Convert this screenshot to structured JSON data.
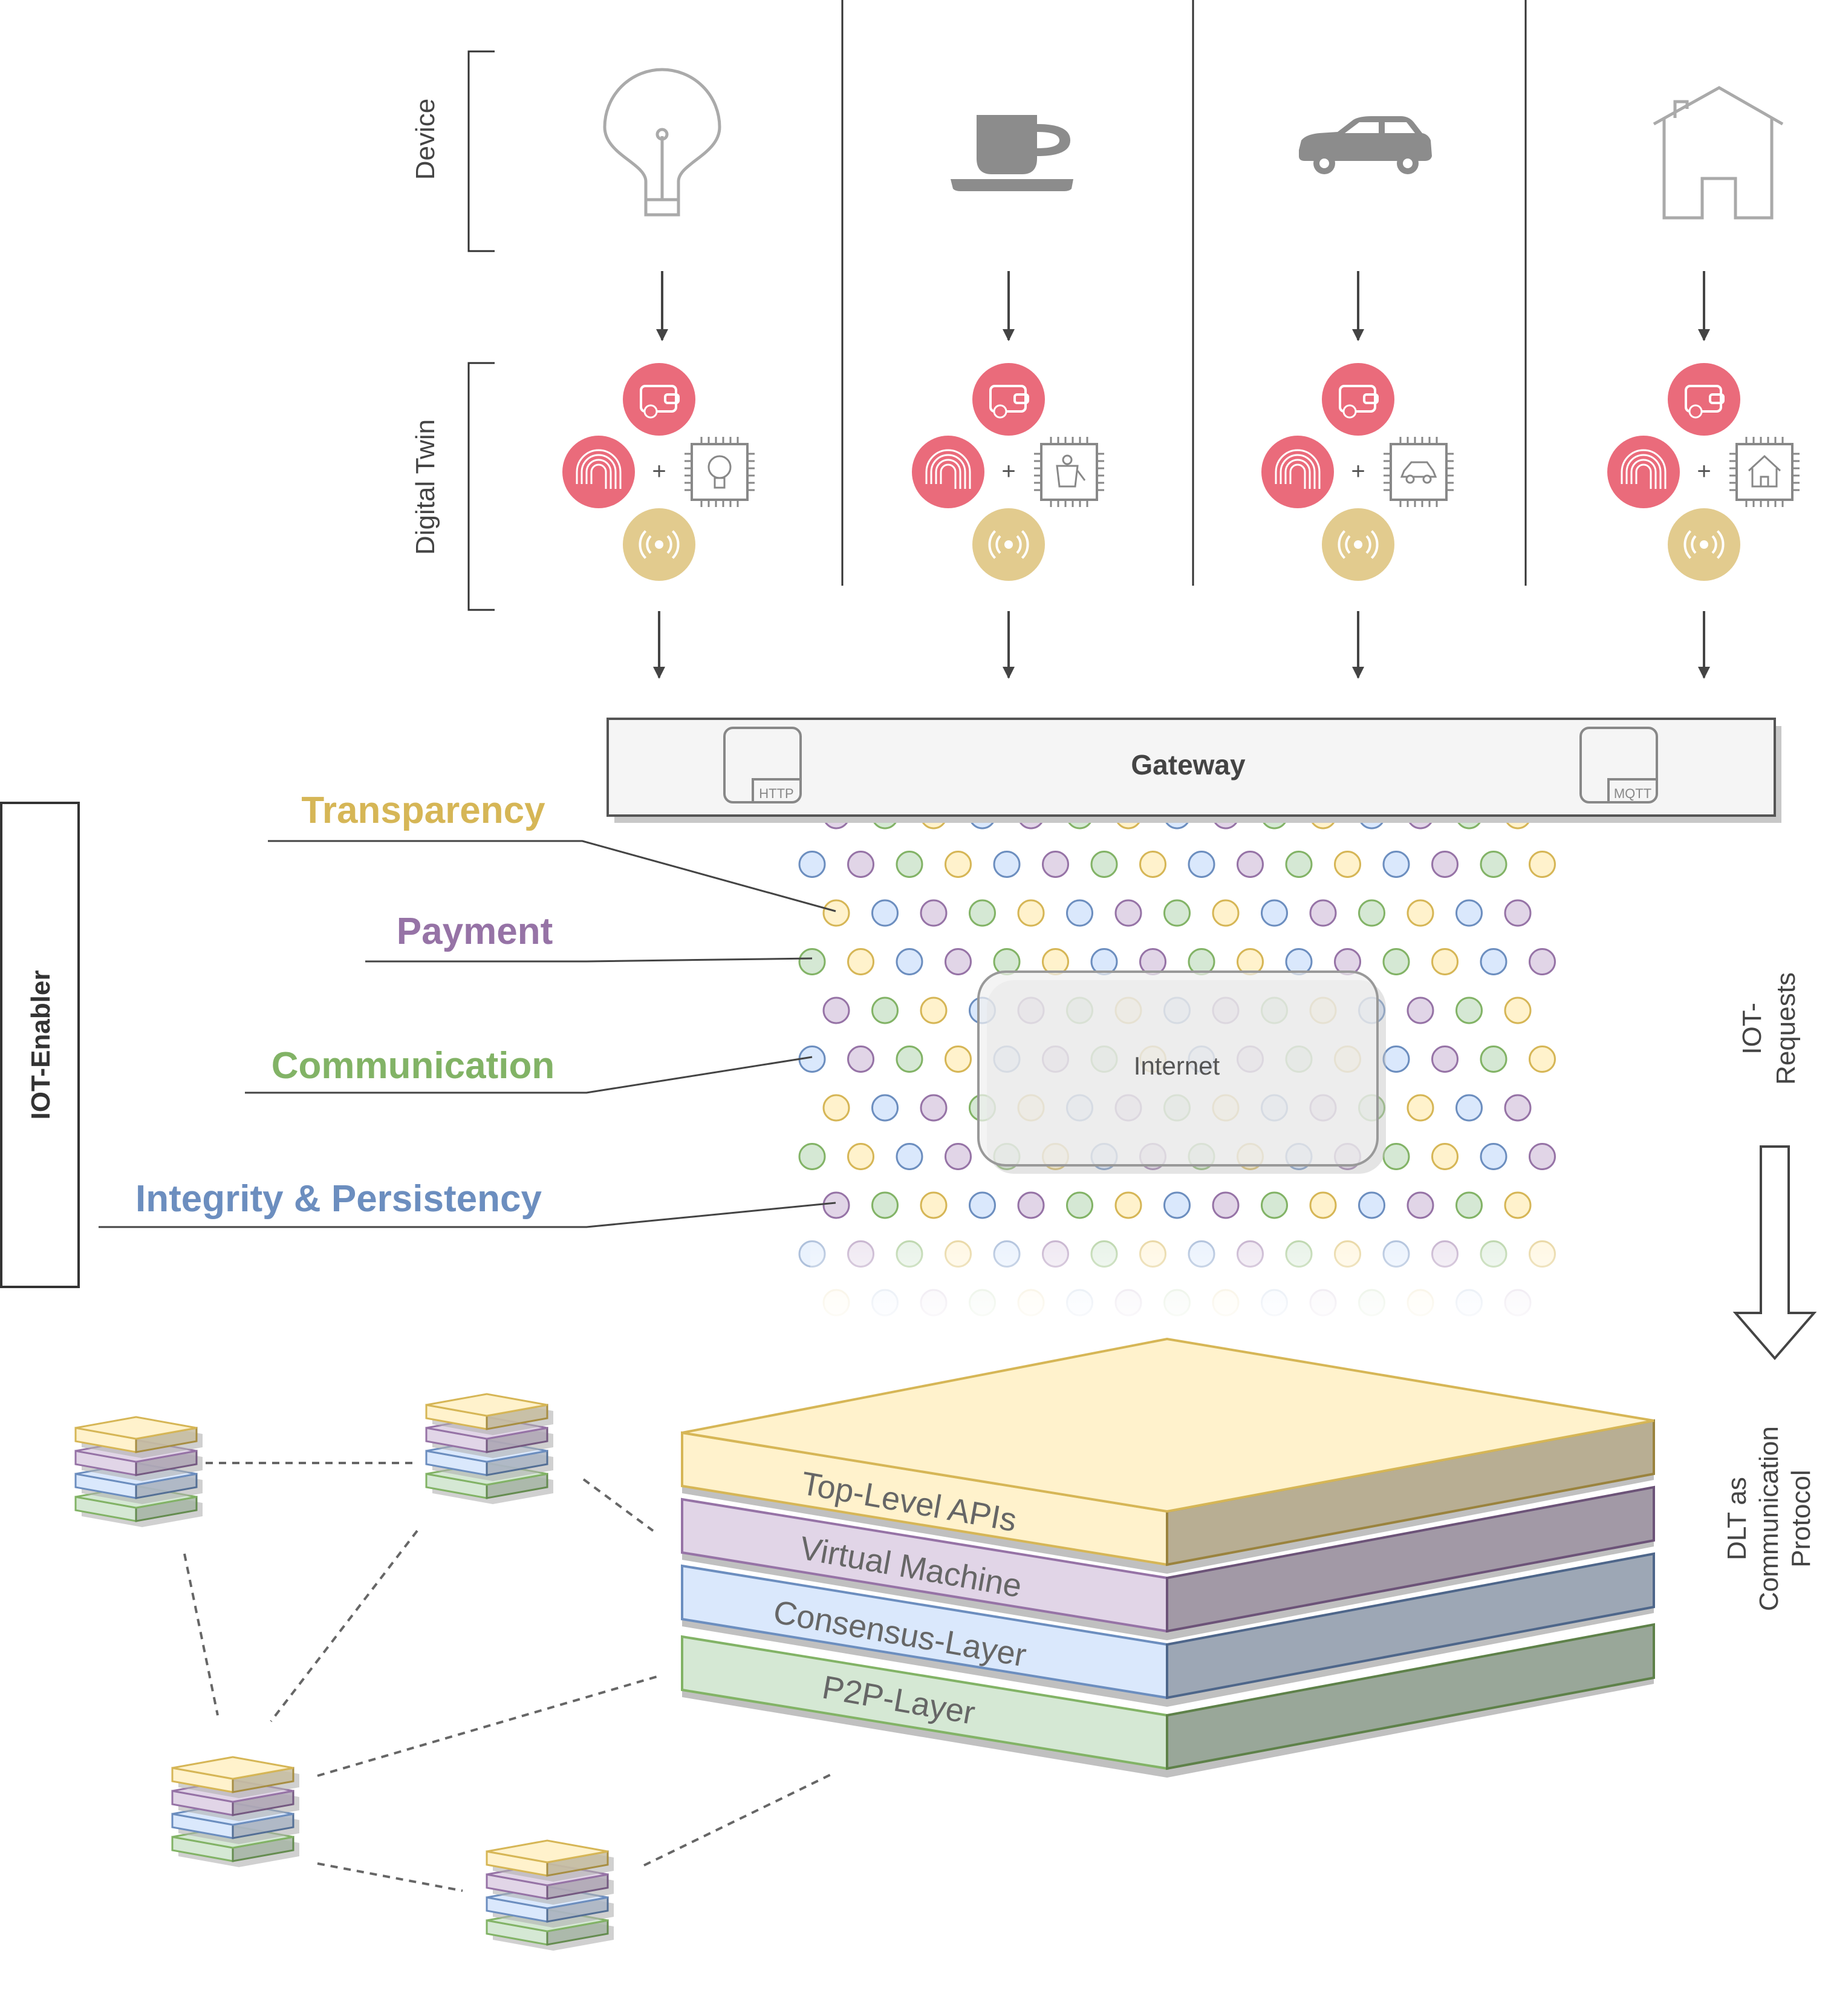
{
  "side_labels": {
    "device": "Device",
    "digital_twin": "Digital Twin",
    "iot_enabler": "IOT-Enabler",
    "iot_requests_line1": "IOT-",
    "iot_requests_line2": "Requests",
    "dlt_line1": "DLT as",
    "dlt_line2": "Communication",
    "dlt_line3": "Protocol"
  },
  "devices": [
    {
      "icon": "lightbulb-icon",
      "chip_icon": "lightbulb-chip-icon"
    },
    {
      "icon": "coffee-cup-icon",
      "chip_icon": "kettle-chip-icon"
    },
    {
      "icon": "car-icon",
      "chip_icon": "car-chip-icon"
    },
    {
      "icon": "house-icon",
      "chip_icon": "house-chip-icon"
    }
  ],
  "twin": {
    "plus": "+",
    "wallet_icon": "wallet-icon",
    "fingerprint_icon": "fingerprint-icon",
    "signal_icon": "signal-icon"
  },
  "gateway": {
    "title": "Gateway",
    "left_protocol": "HTTP",
    "right_protocol": "MQTT"
  },
  "enablers": [
    {
      "label": "Transparency",
      "color": "#D6B656"
    },
    {
      "label": "Payment",
      "color": "#9673A6"
    },
    {
      "label": "Communication",
      "color": "#82B366"
    },
    {
      "label": "Integrity & Persistency",
      "color": "#6C8EBF"
    }
  ],
  "internet_label": "Internet",
  "dlt_layers": [
    {
      "label": "Top-Level APIs",
      "color": "#FFF2CC",
      "stroke": "#D6B656"
    },
    {
      "label": "Virtual Machine",
      "color": "#E1D5E7",
      "stroke": "#9673A6"
    },
    {
      "label": "Consensus-Layer",
      "color": "#DAE8FC",
      "stroke": "#6C8EBF"
    },
    {
      "label": "P2P-Layer",
      "color": "#D5E8D4",
      "stroke": "#82B366"
    }
  ],
  "colors": {
    "pink": "#EA6B7B",
    "tan": "#E2CB8E",
    "gray_icon": "#8C8C8C",
    "dot_yellow": "#FFF2CC",
    "dot_purple": "#E1D5E7",
    "dot_green": "#D5E8D4",
    "dot_blue": "#DAE8FC"
  }
}
